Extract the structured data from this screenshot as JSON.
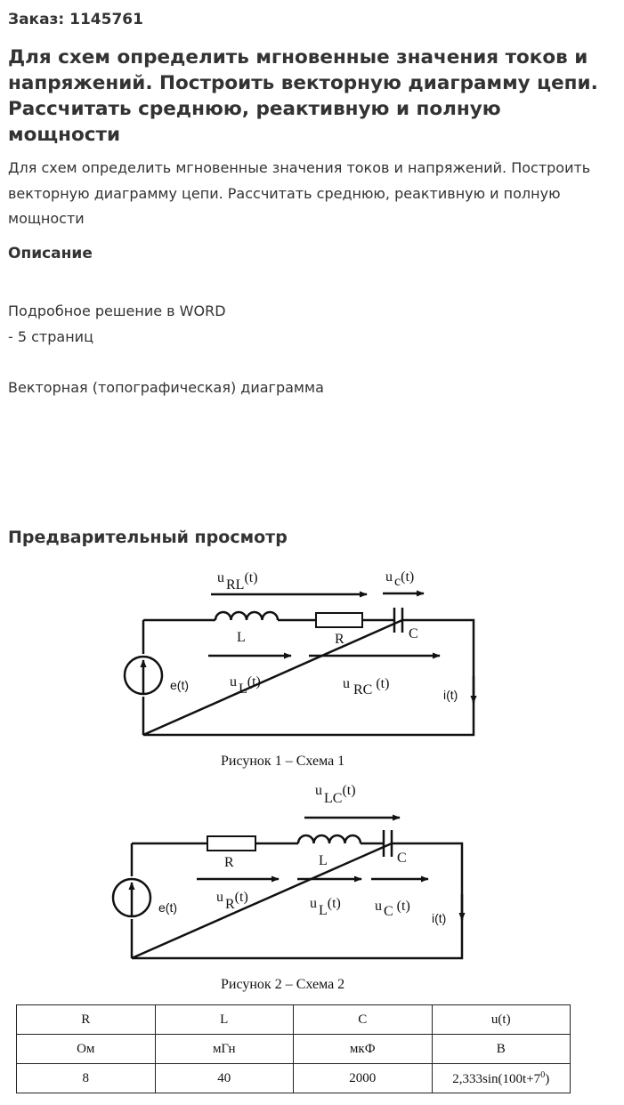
{
  "order_label": "Заказ: 1145761",
  "title": "Для схем определить мгновенные значения токов и напряжений. Построить векторную диаграмму цепи. Рассчитать среднюю, реактивную и полную мощности",
  "lead": "Для схем определить мгновенные значения токов и напряжений. Построить векторную диаграмму цепи. Рассчитать среднюю, реактивную и полную мощности",
  "description": {
    "heading": "Описание",
    "line1": "Подробное решение в WORD",
    "line2": "- 5 страниц",
    "line3": "Векторная (топографическая) диаграмма"
  },
  "preview_heading": "Предварительный просмотр",
  "scheme1": {
    "caption": "Рисунок 1 – Схема 1",
    "u_rl": "u",
    "u_rl_sub": "RL",
    "u_rl_t": "(t)",
    "u_c": "u",
    "u_c_sub": "c",
    "u_c_t": "(t)",
    "lbl_L": "L",
    "lbl_R": "R",
    "lbl_C": "C",
    "u_l": "u",
    "u_l_sub": "L",
    "u_l_t": "(t)",
    "u_rc": "u",
    "u_rc_sub": "RC",
    "u_rc_t": "(t)",
    "e": "e(t)",
    "i": "i(t)"
  },
  "scheme2": {
    "caption": "Рисунок 2 – Схема 2",
    "u_lc": "u",
    "u_lc_sub": "LC",
    "u_lc_t": "(t)",
    "lbl_R": "R",
    "lbl_L": "L",
    "lbl_C": "C",
    "u_r": "u",
    "u_r_sub": "R",
    "u_r_t": "(t)",
    "u_l": "u",
    "u_l_sub": "L",
    "u_l_t": "(t)",
    "u_c": "u",
    "u_c_sub": "C",
    "u_c_t": "(t)",
    "e": "e(t)",
    "i": "i(t)"
  },
  "table": {
    "headers": [
      "R",
      "L",
      "C",
      "u(t)"
    ],
    "units": [
      "Ом",
      "мГн",
      "мкФ",
      "В"
    ],
    "values": [
      "8",
      "40",
      "2000",
      "2,333sin(100t+7"
    ],
    "u_sup": "0",
    "u_close": ")"
  }
}
